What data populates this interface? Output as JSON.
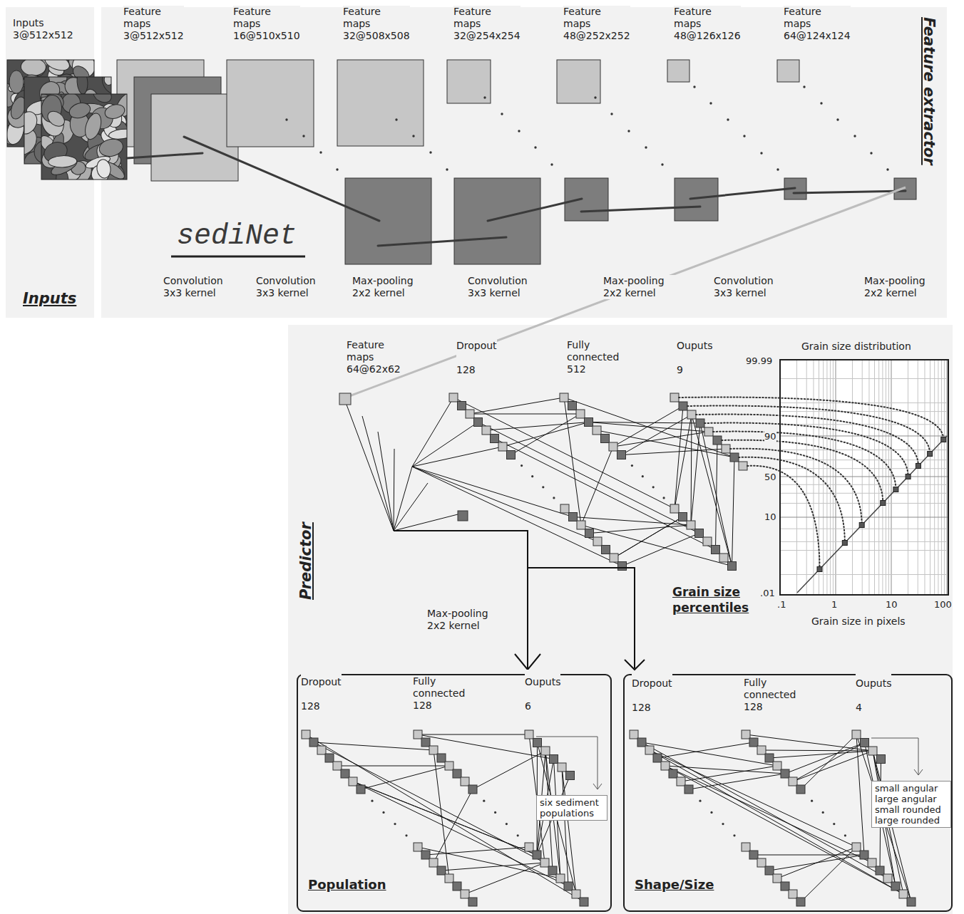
{
  "diagram": {
    "nodes": [
      {
        "text": [
          "Inputs 3@512x512",
          "Inputs"
        ]
      },
      {
        "text": [
          "Feature extractor"
        ]
      },
      {
        "text": [
          "Predictor"
        ]
      },
      {
        "text": [
          "Population"
        ],
        "in": 2
      },
      {
        "text": [
          "six sediment populations"
        ],
        "in": 3
      },
      {
        "text": [
          "Shape/Size"
        ],
        "in": 2
      },
      {
        "text": [
          "small angular large angular small rounded large rounded"
        ],
        "in": 5
      }
    ],
    "labels": [
      "Feature maps 3@512x512",
      "Feature maps 16@510x510",
      "Feature maps 32@508x508",
      "Feature maps 32@254x254",
      "Feature maps 48@252x252",
      "Feature maps 48@126x126",
      "Feature maps 64@124x124",
      "sediNet",
      "Convolution 3x3 kernel",
      "Convolution 3x3 kernel",
      "Max-pooling 2x2 kernel",
      "Convolution 3x3 kernel",
      "Max-pooling 2x2 kernel",
      "Convolution 3x3 kernel",
      "Max-pooling 2x2 kernel",
      "Feature maps 64@62x62",
      "Dropout 128",
      "Fully connected 512",
      "Ouputs 9",
      "Grain size distribution",
      "99.99",
      "90",
      "50",
      "10",
      ".01",
      ".1",
      "1",
      "10",
      "100",
      "Grain size in pixels",
      "Grain size percentiles",
      "Max-pooling 2x2 kernel",
      "Dropout 128",
      "Fully connected 128",
      "Ouputs 6",
      "Dropout 128",
      "Fully connected 128",
      "Ouputs 4"
    ]
  }
}
